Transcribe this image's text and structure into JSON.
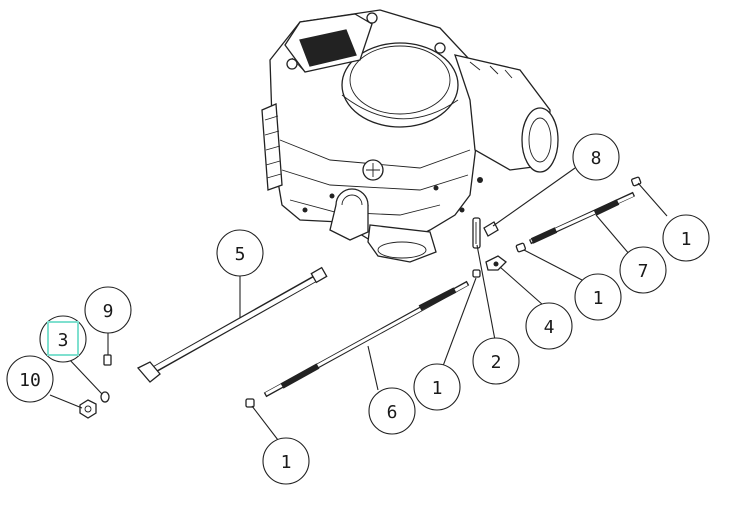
{
  "callouts": [
    {
      "id": "c1a",
      "label": "1"
    },
    {
      "id": "c1b",
      "label": "1"
    },
    {
      "id": "c1c",
      "label": "1"
    },
    {
      "id": "c1d",
      "label": "1"
    },
    {
      "id": "c2",
      "label": "2"
    },
    {
      "id": "c3",
      "label": "3"
    },
    {
      "id": "c4",
      "label": "4"
    },
    {
      "id": "c5",
      "label": "5"
    },
    {
      "id": "c6",
      "label": "6"
    },
    {
      "id": "c7",
      "label": "7"
    },
    {
      "id": "c8",
      "label": "8"
    },
    {
      "id": "c9",
      "label": "9"
    },
    {
      "id": "c10",
      "label": "10"
    }
  ],
  "selected_callout": "3",
  "colors": {
    "line": "#222222",
    "highlight": "#7fe0cf",
    "background": "#ffffff"
  }
}
